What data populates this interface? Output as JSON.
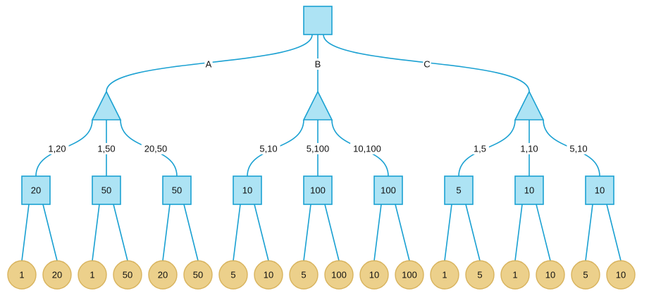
{
  "root": {
    "label": ""
  },
  "actions": [
    {
      "label": "A",
      "branches": [
        {
          "label": "1,20",
          "value": "20",
          "leaves": [
            "1",
            "20"
          ]
        },
        {
          "label": "1,50",
          "value": "50",
          "leaves": [
            "1",
            "50"
          ]
        },
        {
          "label": "20,50",
          "value": "50",
          "leaves": [
            "20",
            "50"
          ]
        }
      ]
    },
    {
      "label": "B",
      "branches": [
        {
          "label": "5,10",
          "value": "10",
          "leaves": [
            "5",
            "10"
          ]
        },
        {
          "label": "5,100",
          "value": "100",
          "leaves": [
            "5",
            "100"
          ]
        },
        {
          "label": "10,100",
          "value": "100",
          "leaves": [
            "10",
            "100"
          ]
        }
      ]
    },
    {
      "label": "C",
      "branches": [
        {
          "label": "1,5",
          "value": "5",
          "leaves": [
            "1",
            "5"
          ]
        },
        {
          "label": "1,10",
          "value": "10",
          "leaves": [
            "1",
            "10"
          ]
        },
        {
          "label": "5,10",
          "value": "10",
          "leaves": [
            "5",
            "10"
          ]
        }
      ]
    }
  ],
  "colors": {
    "decision_fill": "#ade3f4",
    "edge": "#1ba1d2",
    "leaf_fill": "#ecd08b",
    "leaf_stroke": "#d8b35d"
  }
}
